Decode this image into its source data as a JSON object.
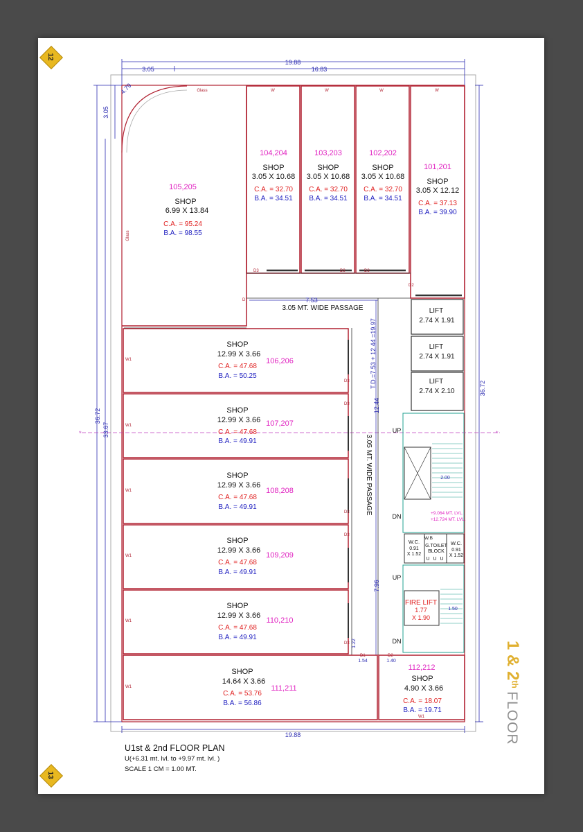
{
  "page_badges": {
    "top": "12",
    "bottom": "13"
  },
  "side_title": {
    "main": "1 & 2",
    "sup": "th",
    "floor": "FLOOR"
  },
  "caption": {
    "title": "U1st & 2nd FLOOR PLAN",
    "levels": "U(+6.31 mt. lvl. to +9.97 mt. lvl. )",
    "scale": "SCALE 1 CM = 1.00 MT."
  },
  "dimensions": {
    "top_total": "19.88",
    "top_left": "3.05",
    "top_right": "16.83",
    "bottom_total": "19.88",
    "left_outer": "36.72",
    "left_inner": "33.67",
    "left_top": "3.05",
    "right_total": "36.72",
    "corner_radius": "4.79",
    "passage_top": "7.53",
    "passage_vertical": "12.44",
    "passage_lower": "7.96",
    "td_note": "T.D.=7.53 + 12.44 =19.97",
    "d1_width": "1.54",
    "d2_width": "1.40",
    "small_gap": "1.22",
    "stair_width": "2.00",
    "stair_width2": "1.50"
  },
  "passages": {
    "horizontal": "3.05 MT. WIDE PASSAGE",
    "vertical": "3.05 MT. WIDE PASSAGE"
  },
  "shops": [
    {
      "id": "105,205",
      "label": "SHOP",
      "size": "6.99 X 13.84",
      "ca": "C.A. = 95.24",
      "ba": "B.A. = 98.55"
    },
    {
      "id": "104,204",
      "label": "SHOP",
      "size": "3.05 X 10.68",
      "ca": "C.A. = 32.70",
      "ba": "B.A. = 34.51"
    },
    {
      "id": "103,203",
      "label": "SHOP",
      "size": "3.05 X 10.68",
      "ca": "C.A. = 32.70",
      "ba": "B.A. = 34.51"
    },
    {
      "id": "102,202",
      "label": "SHOP",
      "size": "3.05 X 10.68",
      "ca": "C.A. = 32.70",
      "ba": "B.A. = 34.51"
    },
    {
      "id": "101,201",
      "label": "SHOP",
      "size": "3.05 X 12.12",
      "ca": "C.A. = 37.13",
      "ba": "B.A. = 39.90"
    },
    {
      "id": "106,206",
      "label": "SHOP",
      "size": "12.99 X 3.66",
      "ca": "C.A. = 47.68",
      "ba": "B.A. = 50.25"
    },
    {
      "id": "107,207",
      "label": "SHOP",
      "size": "12.99 X 3.66",
      "ca": "C.A. = 47.68",
      "ba": "B.A. = 49.91"
    },
    {
      "id": "108,208",
      "label": "SHOP",
      "size": "12.99 X 3.66",
      "ca": "C.A. = 47.68",
      "ba": "B.A. = 49.91"
    },
    {
      "id": "109,209",
      "label": "SHOP",
      "size": "12.99 X 3.66",
      "ca": "C.A. = 47.68",
      "ba": "B.A. = 49.91"
    },
    {
      "id": "110,210",
      "label": "SHOP",
      "size": "12.99 X 3.66",
      "ca": "C.A. = 47.68",
      "ba": "B.A. = 49.91"
    },
    {
      "id": "111,211",
      "label": "SHOP",
      "size": "14.64 X 3.66",
      "ca": "C.A. = 53.76",
      "ba": "B.A. = 56.86"
    },
    {
      "id": "112,212",
      "label": "SHOP",
      "size": "4.90 X 3.66",
      "ca": "C.A. = 18.07",
      "ba": "B.A. = 19.71"
    }
  ],
  "lifts": [
    {
      "label": "LIFT",
      "size": "2.74 X 1.91"
    },
    {
      "label": "LIFT",
      "size": "2.74 X 1.91"
    },
    {
      "label": "LIFT",
      "size": "2.74 X 2.10"
    }
  ],
  "fire_lift": {
    "label": "FIRE LIFT",
    "w": "1.77",
    "h": "X 1.90"
  },
  "toilets": {
    "wc_left": "W.C.",
    "wc_left_w": "0.91",
    "wc_left_h": "X 1.52",
    "wc_right": "W.C.",
    "wc_right_w": "0.91",
    "wc_right_h": "X 1.52",
    "block1": "G.TOILET",
    "block2": "BLOCK",
    "wb": "W.B",
    "u": "U"
  },
  "stairs": {
    "up1": "UP",
    "dn1": "DN",
    "up2": "UP",
    "dn2": "DN",
    "level1": "+9.064 MT. LVL.",
    "level2": "+12.724 MT. LVL."
  },
  "tags": {
    "glass": "Glass",
    "w": "W",
    "w1": "W1",
    "d": "D",
    "d1": "D1",
    "d2": "D2",
    "d3": "D3"
  },
  "colors": {
    "wall": "#b02030",
    "dim": "#2a2ab0",
    "shop_id": "#e020c0",
    "ca": "#e02020",
    "ba": "#2020c0",
    "stair": "#20a090",
    "axis": "#c040c0"
  }
}
